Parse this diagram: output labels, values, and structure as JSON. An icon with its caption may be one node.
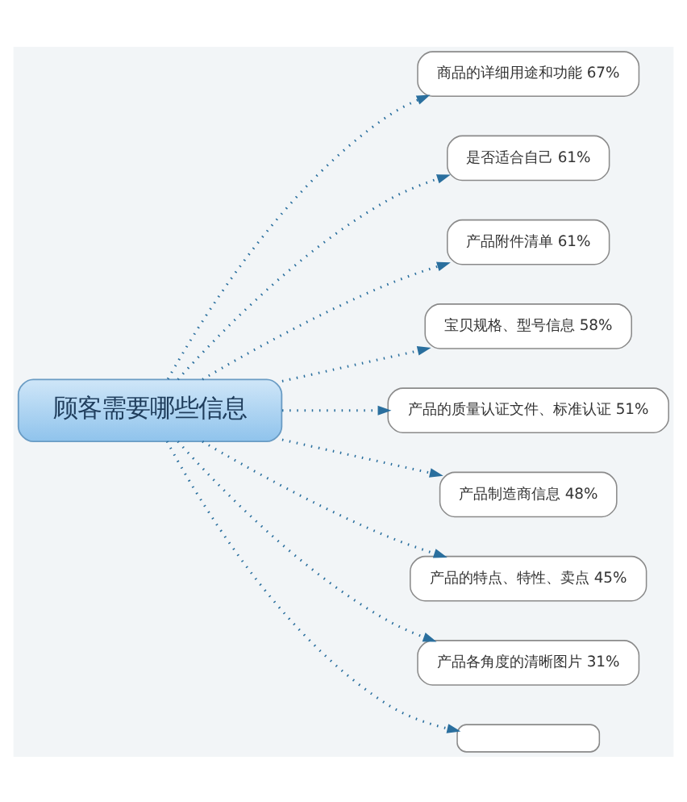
{
  "diagram": {
    "nodes": [
      {
        "text": [
          "顾客需要哪些信息"
        ]
      },
      {
        "text": [
          "商品的详细用途和功能 67%"
        ]
      },
      {
        "text": [
          "是否适合自己 61%"
        ]
      },
      {
        "text": [
          "产品附件清单 61%"
        ]
      },
      {
        "text": [
          "宝贝规格、型号信息 58%"
        ]
      },
      {
        "text": [
          "产品的质量认证文件、标准认证 51%"
        ]
      },
      {
        "text": [
          "产品制造商信息 48%"
        ]
      },
      {
        "text": [
          "产品的特点、特性、卖点 45%"
        ]
      },
      {
        "text": [
          "产品各角度的清晰图片 31%"
        ]
      },
      {
        "text": [],
        "shape": "box"
      }
    ],
    "edges": [
      {
        "from": 0,
        "to": 1,
        "arrow": "to"
      },
      {
        "from": 0,
        "to": 2,
        "arrow": "to"
      },
      {
        "from": 0,
        "to": 3,
        "arrow": "to"
      },
      {
        "from": 0,
        "to": 4,
        "arrow": "to"
      },
      {
        "from": 0,
        "to": 5,
        "arrow": "to"
      },
      {
        "from": 0,
        "to": 6,
        "arrow": "to"
      },
      {
        "from": 0,
        "to": 7,
        "arrow": "to"
      },
      {
        "from": 0,
        "to": 8,
        "arrow": "to"
      },
      {
        "from": 0,
        "to": 9,
        "arrow": "to"
      }
    ]
  }
}
